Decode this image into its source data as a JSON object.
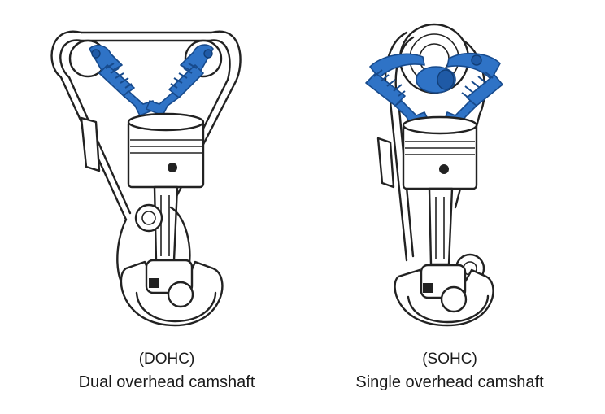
{
  "colors": {
    "valve_blue": "#2f73c6",
    "line": "#222222",
    "background": "#ffffff",
    "text": "#1a1a1a"
  },
  "diagrams": [
    {
      "abbreviation": "(DOHC)",
      "label": "Dual overhead camshaft"
    },
    {
      "abbreviation": "(SOHC)",
      "label": "Single overhead camshaft"
    }
  ]
}
